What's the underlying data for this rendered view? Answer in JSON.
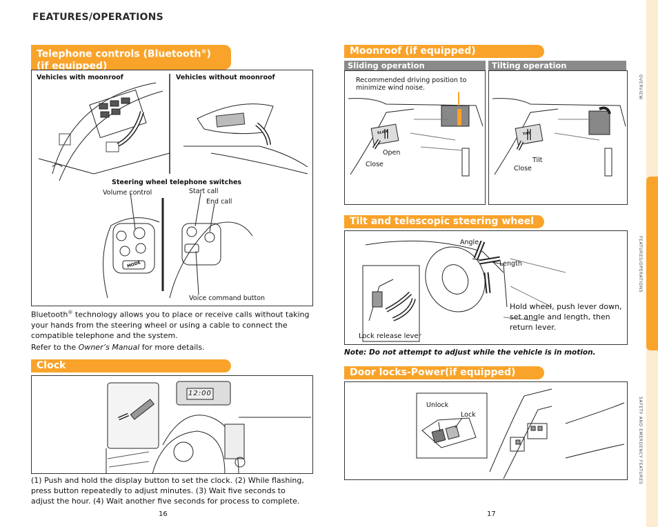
{
  "header": {
    "title": "FEATURES/OPERATIONS"
  },
  "sidebar": {
    "tabs": [
      "OVERVIEW",
      "FEATURES/OPERATIONS",
      "SAFETY AND EMERGENCY FEATURES"
    ]
  },
  "telephone": {
    "title_line1": "Telephone controls (Bluetooth",
    "title_reg": "®",
    "title_line1_end": ")",
    "title_line2": "(if equipped)",
    "label_with_moonroof": "Vehicles with moonroof",
    "label_without_moonroof": "Vehicles without moonroof",
    "switches_title": "Steering wheel telephone switches",
    "volume_control": "Volume control",
    "start_call": "Start call",
    "end_call": "End call",
    "voice_command": "Voice command button",
    "mode_label": "MODE",
    "para1_a": "Bluetooth",
    "para1_reg": "®",
    "para1_b": " technology allows you to place or receive calls without taking your hands from the steering wheel or using a cable to connect the compatible telephone and the system.",
    "para2_a": "Refer to the ",
    "para2_italic": "Owner’s Manual",
    "para2_b": " for more details."
  },
  "clock": {
    "title": "Clock",
    "display": "12:00",
    "description": "(1) Push and hold the display button to set the clock. (2) While flashing, press button repeatedly to adjust minutes. (3) Wait five seconds to adjust the hour. (4) Wait another five seconds for process to complete."
  },
  "moonroof": {
    "title": "Moonroof (if equipped)",
    "sliding": "Sliding operation",
    "tilting": "Tilting operation",
    "recommended": "Recommended driving position to minimize wind noise.",
    "open": "Open",
    "close_slide": "Close",
    "tilt": "Tilt",
    "close_tilt": "Close",
    "btn_slide": "SLIDE",
    "btn_tilt": "TILT"
  },
  "steering": {
    "title": "Tilt and telescopic steering wheel",
    "angle": "Angle",
    "length": "Length",
    "instructions": "Hold wheel, push lever down, set angle and length, then return lever.",
    "lock_release": "Lock release lever",
    "note": "Note: Do not attempt to adjust while the vehicle is in motion."
  },
  "doorlocks": {
    "title": "Door locks-Power(if equipped)",
    "unlock": "Unlock",
    "lock": "Lock"
  },
  "pages": {
    "left": "16",
    "right": "17"
  },
  "colors": {
    "accent": "#f9a32a",
    "subhead": "#8a8a8a",
    "sidebar": "#fdebd2"
  }
}
